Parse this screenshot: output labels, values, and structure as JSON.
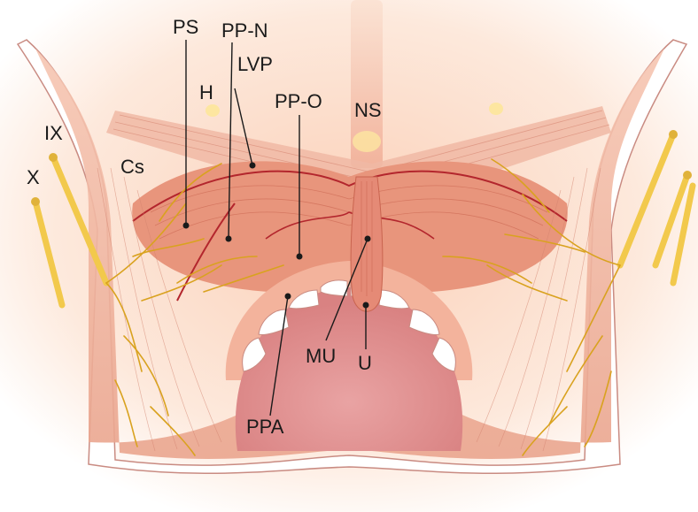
{
  "labels": {
    "ps": "PS",
    "ppn": "PP-N",
    "lvp": "LVP",
    "h": "H",
    "ppo": "PP-O",
    "ns": "NS",
    "ix": "IX",
    "x": "X",
    "cs": "Cs",
    "mu": "MU",
    "u": "U",
    "ppa": "PPA"
  },
  "colors": {
    "background_glow": "#fbd9c4",
    "muscle": "#e8957c",
    "muscle_dark": "#d9705a",
    "palate": "#f3b39c",
    "mouth_floor": "#e8a0a0",
    "teeth": "#ffffff",
    "nerve": "#f2c94c",
    "artery": "#b3262d"
  }
}
